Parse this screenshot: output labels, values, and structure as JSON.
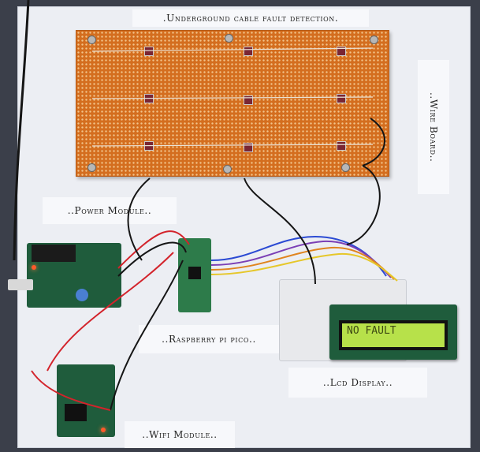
{
  "labels": {
    "title": ".Underground cable fault detection.",
    "wire_board": "..Wire Board..",
    "power_module": "..Power Module..",
    "raspberry_pi": "..Raspberry pi pico..",
    "lcd_display": "..Lcd Display..",
    "wifi_module": "..Wifi Module.."
  },
  "lcd": {
    "text": "NO FAULT"
  },
  "colors": {
    "pcb": "#d46e1f",
    "module_pcb": "#1f5c3c",
    "lcd_backlight": "#b7e14a",
    "wire_red": "#d3232b",
    "wire_black": "#151515",
    "wire_blue": "#2b4ad3",
    "wire_orange": "#e0841e",
    "wire_purple": "#7b3fb5",
    "wire_yellow": "#e6c72a"
  },
  "icons": [
    "dc-jack",
    "resistor",
    "screw",
    "led"
  ]
}
